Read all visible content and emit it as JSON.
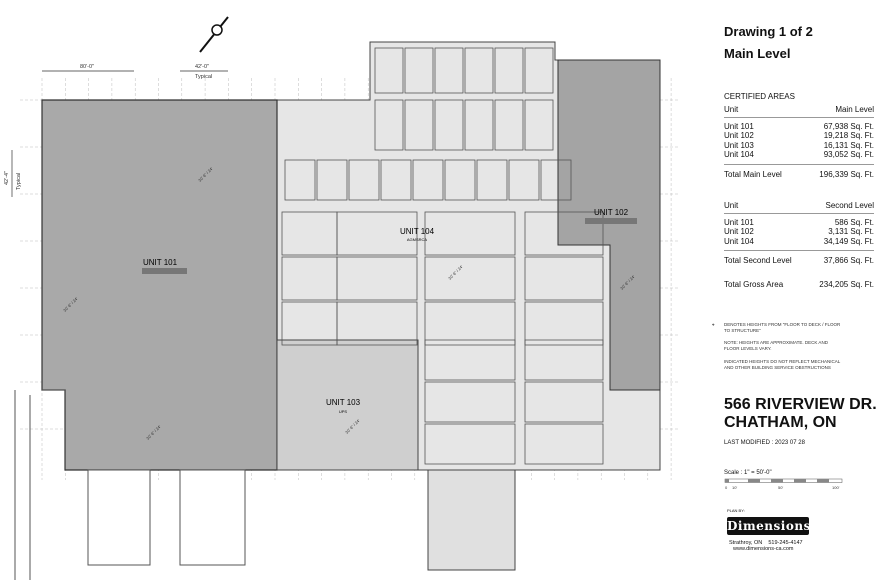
{
  "drawing": {
    "title": "Drawing 1 of 2",
    "level": "Main Level"
  },
  "areas": {
    "heading": "CERTIFIED AREAS",
    "main": {
      "col_unit": "Unit",
      "col_level": "Main Level",
      "rows": [
        {
          "unit": "Unit 101",
          "area": "67,938 Sq. Ft."
        },
        {
          "unit": "Unit 102",
          "area": "19,218 Sq. Ft."
        },
        {
          "unit": "Unit 103",
          "area": "16,131 Sq. Ft."
        },
        {
          "unit": "Unit 104",
          "area": "93,052 Sq. Ft."
        }
      ],
      "total_label": "Total Main Level",
      "total": "196,339 Sq. Ft."
    },
    "second": {
      "col_unit": "Unit",
      "col_level": "Second Level",
      "rows": [
        {
          "unit": "Unit 101",
          "area": "586 Sq. Ft."
        },
        {
          "unit": "Unit 102",
          "area": "3,131 Sq. Ft."
        },
        {
          "unit": "Unit 104",
          "area": "34,149 Sq. Ft."
        }
      ],
      "total_label": "Total Second Level",
      "total": "37,866 Sq. Ft."
    },
    "gross_label": "Total Gross Area",
    "gross": "234,205 Sq. Ft."
  },
  "notes": {
    "n1": "DENOTES HEIGHTS FROM \"FLOOR TO DECK / FLOOR TO STRUCTURE\"",
    "n2": "NOTE: HEIGHTS ARE APPROXIMATE.  DECK AND FLOOR LEVELS VARY.",
    "n3": "INDICATED HEIGHTS DO NOT REFLECT MECHANICAL AND OTHER BUILDING SERVICE OBSTRUCTIONS"
  },
  "address": {
    "line1": "566 RIVERVIEW DR.",
    "line2": "CHATHAM, ON"
  },
  "last_modified": "LAST MODIFIED : 2023 07 28",
  "scale": {
    "label": "Scale :  1\" = 50'-0\"",
    "ticks": [
      "0",
      "10'",
      "50'",
      "100'"
    ]
  },
  "plan_by": "PLAN BY:",
  "company": {
    "logo_text": "Dimensions",
    "city": "Strathroy, ON",
    "phone": "519-245-4147",
    "web": "www.dimensions-ca.com"
  },
  "plan": {
    "dims": {
      "bay1": "80'-0\"",
      "bay2": "42'-0\"",
      "typical": "Typical",
      "vert": "42'-4\""
    },
    "units": [
      {
        "label": "UNIT 101",
        "tenant": "",
        "color": "#a9a9a9"
      },
      {
        "label": "UNIT 102",
        "tenant": "",
        "color": "#a4a4a4"
      },
      {
        "label": "UNIT 103",
        "tenant": "UPS",
        "color": "#cfcfcf"
      },
      {
        "label": "UNIT 104",
        "tenant": "AGMSRCA",
        "color": "#e6e6e6"
      }
    ],
    "heights": [
      "30' 6\" / 24'",
      "30' 6\" / 24'",
      "30' 6\" / 24'",
      "30' 6\" / 24'",
      "30' 6\" / 24'",
      "30' 6\" / 24'"
    ]
  }
}
